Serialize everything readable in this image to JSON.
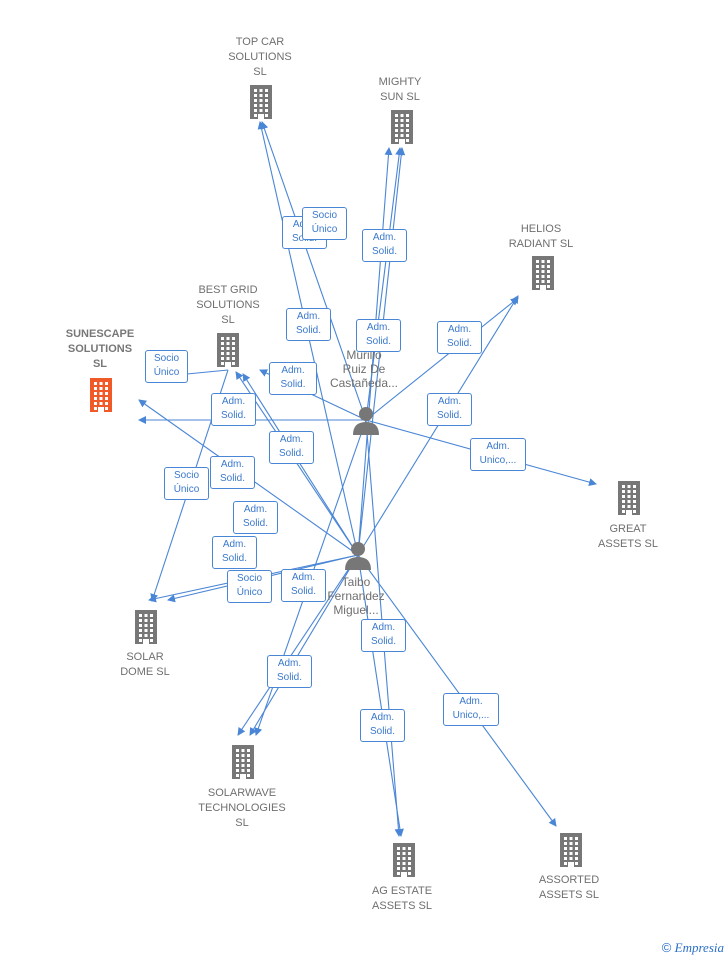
{
  "colors": {
    "edge": "#4a86d6",
    "company": "#777777",
    "focus_company": "#f05a28",
    "person": "#777777"
  },
  "companies": [
    {
      "id": "top_car",
      "label": "TOP CAR\nSOLUTIONS\nSL",
      "icon": "building-icon"
    },
    {
      "id": "mighty_sun",
      "label": "MIGHTY\nSUN  SL",
      "icon": "building-icon"
    },
    {
      "id": "helios",
      "label": "HELIOS\nRADIANT  SL",
      "icon": "building-icon"
    },
    {
      "id": "best_grid",
      "label": "BEST GRID\nSOLUTIONS\nSL",
      "icon": "building-icon"
    },
    {
      "id": "sunescape",
      "label": "SUNESCAPE\nSOLUTIONS\nSL",
      "icon": "building-icon",
      "focus": true
    },
    {
      "id": "great",
      "label": "GREAT\nASSETS  SL",
      "icon": "building-icon"
    },
    {
      "id": "solar_dome",
      "label": "SOLAR\nDOME  SL",
      "icon": "building-icon"
    },
    {
      "id": "solarwave",
      "label": "SOLARWAVE\nTECHNOLOGIES\nSL",
      "icon": "building-icon"
    },
    {
      "id": "ag_estate",
      "label": "AG ESTATE\nASSETS  SL",
      "icon": "building-icon"
    },
    {
      "id": "assorted",
      "label": "ASSORTED\nASSETS  SL",
      "icon": "building-icon"
    }
  ],
  "persons": [
    {
      "id": "murillo",
      "label": "Murillo\nRuiz De\nCastañeda...",
      "icon": "person-icon"
    },
    {
      "id": "taibo",
      "label": "Taibo\nFernandez\nMiguel...",
      "icon": "person-icon"
    }
  ],
  "edge_labels": [
    {
      "id": "e1",
      "text": "Socio\nÚnico"
    },
    {
      "id": "e2",
      "text": "Adm.\nSolid."
    },
    {
      "id": "e3",
      "text": "Adm.\nSolid."
    },
    {
      "id": "e4",
      "text": "Adm.\nSolid."
    },
    {
      "id": "e5",
      "text": "Adm.\nSolid."
    },
    {
      "id": "e6",
      "text": "Adm.\nSolid."
    },
    {
      "id": "e7",
      "text": "Socio\nÚnico"
    },
    {
      "id": "e8",
      "text": "Adm.\nSolid."
    },
    {
      "id": "e9",
      "text": "Adm.\nSolid."
    },
    {
      "id": "e10",
      "text": "Adm.\nSolid."
    },
    {
      "id": "e11",
      "text": "Adm.\nSolid."
    },
    {
      "id": "e12",
      "text": "Adm.\nUnico,..."
    },
    {
      "id": "e13",
      "text": "Adm.\nSolid."
    },
    {
      "id": "e14",
      "text": "Socio\nÚnico"
    },
    {
      "id": "e15",
      "text": "Adm.\nSolid."
    },
    {
      "id": "e16",
      "text": "Adm.\nSolid."
    },
    {
      "id": "e17",
      "text": "Socio\nÚnico"
    },
    {
      "id": "e18",
      "text": "Adm.\nSolid."
    },
    {
      "id": "e19",
      "text": "Adm.\nSolid."
    },
    {
      "id": "e20",
      "text": "Adm.\nSolid."
    },
    {
      "id": "e21",
      "text": "Adm.\nSolid."
    },
    {
      "id": "e22",
      "text": "Adm.\nUnico,..."
    },
    {
      "id": "e23",
      "text": "Adm.\nSolid."
    }
  ],
  "footer": {
    "copyright": "©",
    "brand": "Empresia"
  }
}
